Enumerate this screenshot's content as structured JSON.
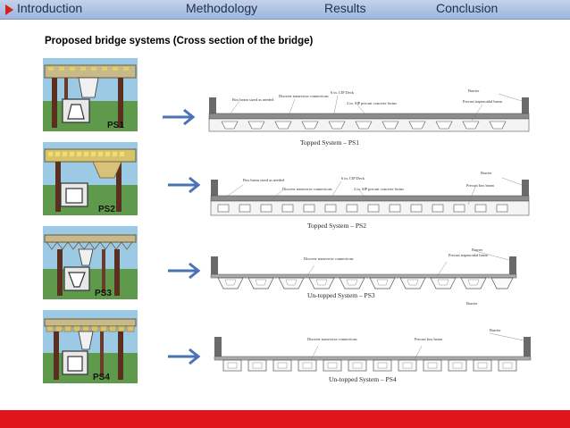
{
  "nav": {
    "items": [
      "Introduction",
      "Methodology",
      "Results",
      "Conclusion"
    ],
    "active_icon": "red-triangle-icon"
  },
  "heading": "Proposed bridge systems (Cross section of the bridge)",
  "systems": [
    {
      "thumb_label": "PS1",
      "caption": "Topped System – PS1",
      "labels": {
        "box_beam": "Box beam sized as needed",
        "discrete": "Discrete transverse connections",
        "cip": "6 in. CIP Deck",
        "sip": "2 in. SIP precast concrete forms",
        "barrier": "Barrier",
        "beam": "Precast trapezoidal beam"
      }
    },
    {
      "thumb_label": "PS2",
      "caption": "Topped System – PS2",
      "labels": {
        "box_beam": "Box beam sized as needed",
        "discrete": "Discrete transverse connections",
        "cip": "6 in. CIP Deck",
        "sip": "2 in. SIP precast concrete forms",
        "barrier": "Barrier",
        "beam": "Precast box beam"
      }
    },
    {
      "thumb_label": "PS3",
      "caption": "Un-topped System – PS3",
      "labels": {
        "discrete": "Discrete transverse connections",
        "beam": "Precast trapezoidal beam",
        "barrier": "Barrier",
        "barrier_below": "Barrier"
      }
    },
    {
      "thumb_label": "PS4",
      "caption": "Un-topped System – PS4",
      "labels": {
        "discrete": "Discrete transverse connections",
        "beam": "Precast box beam",
        "barrier": "Barrier"
      }
    }
  ],
  "colors": {
    "nav_bg": "#b4c6e7",
    "arrow": "#4a73b5",
    "footer": "#e0151c",
    "red_arrow": "#d42020"
  }
}
